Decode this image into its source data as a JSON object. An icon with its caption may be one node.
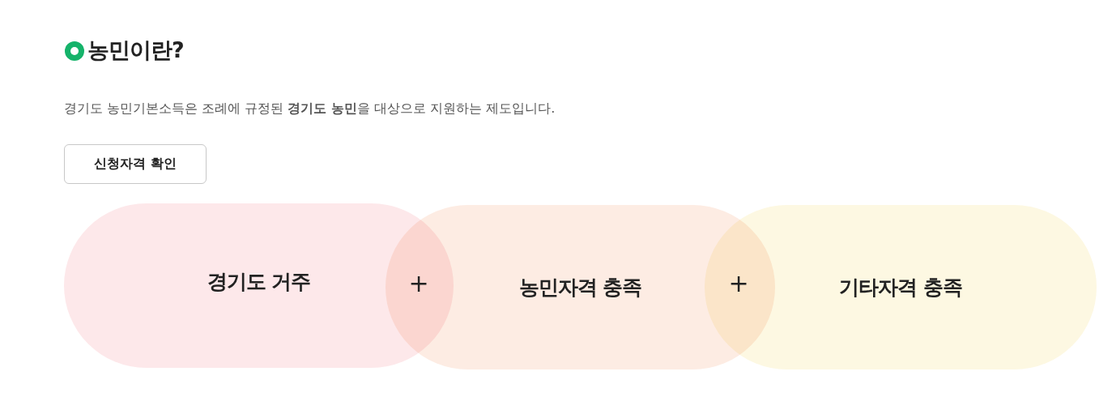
{
  "diagram": {
    "title": "농민이란?",
    "nodes": [
      {
        "text": [
          "경기도 거주"
        ]
      },
      {
        "text": [
          "농민자격 충족"
        ]
      },
      {
        "text": [
          "기타자격 충족"
        ]
      }
    ],
    "labels": [
      "경기도 농민기본소득은 조례에 규정된 **경기도 농민**을 대상으로 지원하는 제도입니다.",
      "신청자격 확인",
      "+",
      "+"
    ]
  }
}
